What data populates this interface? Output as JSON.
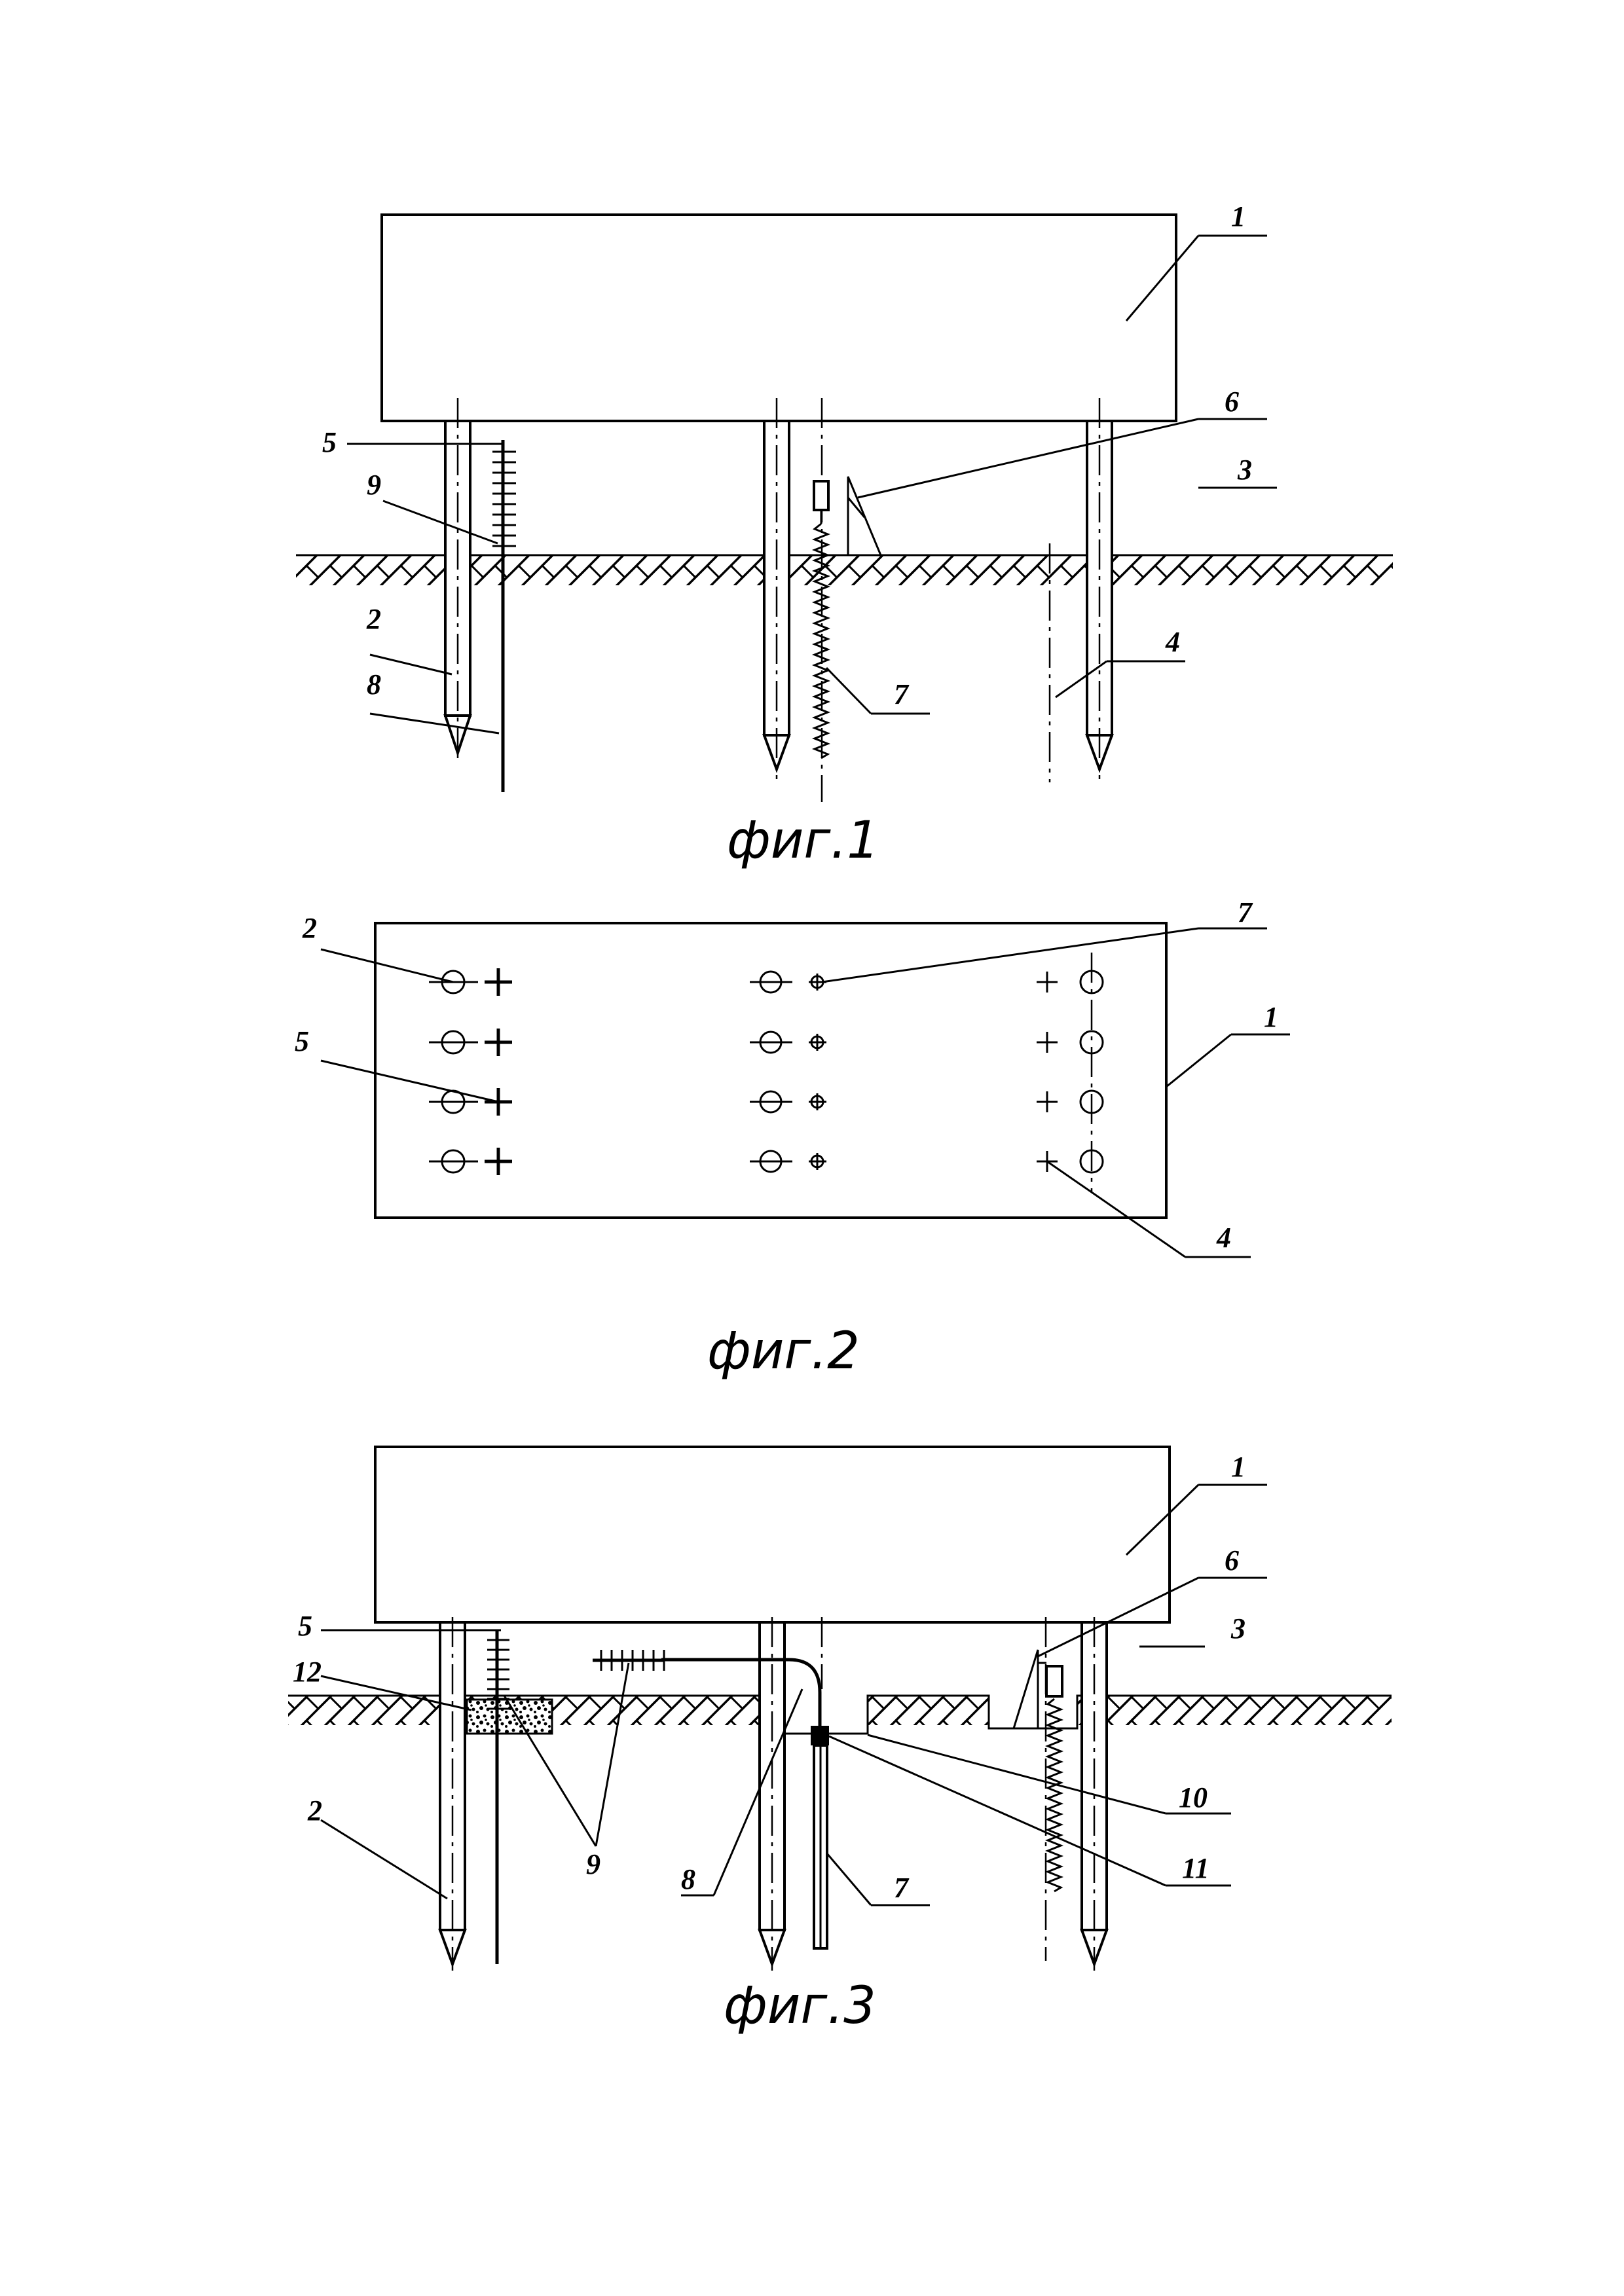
{
  "figures": [
    {
      "id": "fig1",
      "caption": "фиг.1",
      "labels": {
        "n1": "1",
        "n2": "2",
        "n3": "3",
        "n4": "4",
        "n5": "5",
        "n6": "6",
        "n7": "7",
        "n8": "8",
        "n9": "9"
      }
    },
    {
      "id": "fig2",
      "caption": "фиг.2",
      "labels": {
        "n1": "1",
        "n2": "2",
        "n4": "4",
        "n5": "5",
        "n7": "7"
      }
    },
    {
      "id": "fig3",
      "caption": "фиг.3",
      "labels": {
        "n1": "1",
        "n2": "2",
        "n3": "3",
        "n5": "5",
        "n6": "6",
        "n7": "7",
        "n8": "8",
        "n9": "9",
        "n10": "10",
        "n11": "11",
        "n12": "12"
      }
    }
  ]
}
